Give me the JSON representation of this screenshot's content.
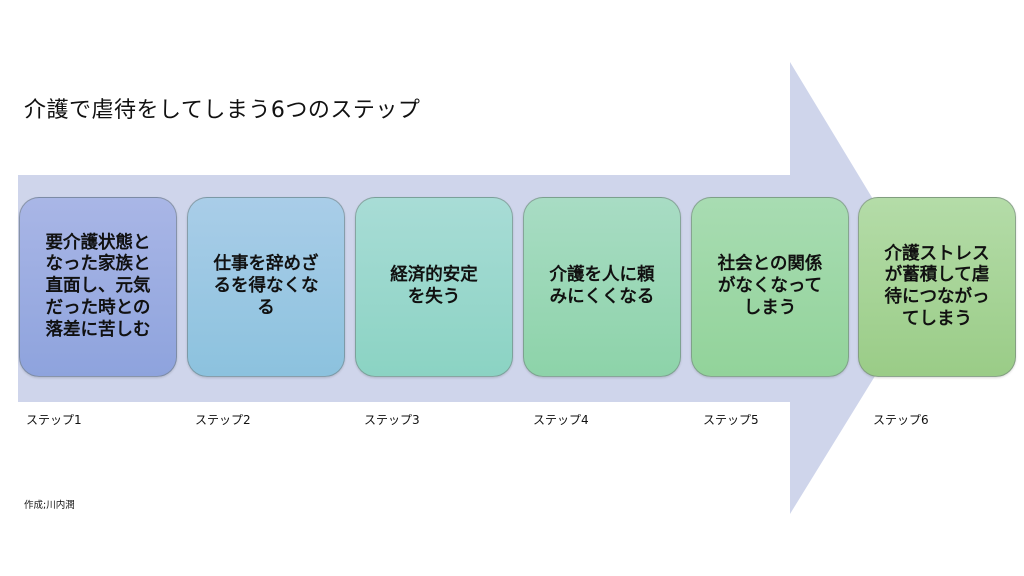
{
  "title": "介護で虐待をしてしまう6つのステップ",
  "colors": {
    "arrow": "#cfd5eb",
    "step_gradients": [
      [
        "#a9b6e6",
        "#8ea3dd"
      ],
      [
        "#a9cde8",
        "#8cc2de"
      ],
      [
        "#a8dcd6",
        "#8bd3c3"
      ],
      [
        "#a8dcc4",
        "#8dd3a9"
      ],
      [
        "#a8dcb2",
        "#92d39a"
      ],
      [
        "#b4dca8",
        "#9acc87"
      ]
    ]
  },
  "steps": [
    {
      "text": "要介護状態と\nなった家族と\n直面し、元気\nだった時との\n落差に苦しむ",
      "label": "ステップ1"
    },
    {
      "text": "仕事を辞めざ\nるを得なくな\nる",
      "label": "ステップ2"
    },
    {
      "text": "経済的安定\nを失う",
      "label": "ステップ3"
    },
    {
      "text": "介護を人に頼\nみにくくなる",
      "label": "ステップ4"
    },
    {
      "text": "社会との関係\nがなくなって\nしまう",
      "label": "ステップ5"
    },
    {
      "text": "介護ストレス\nが蓄積して虐\n待につながっ\nてしまう",
      "label": "ステップ6"
    }
  ],
  "credit": "作成;川内潤"
}
